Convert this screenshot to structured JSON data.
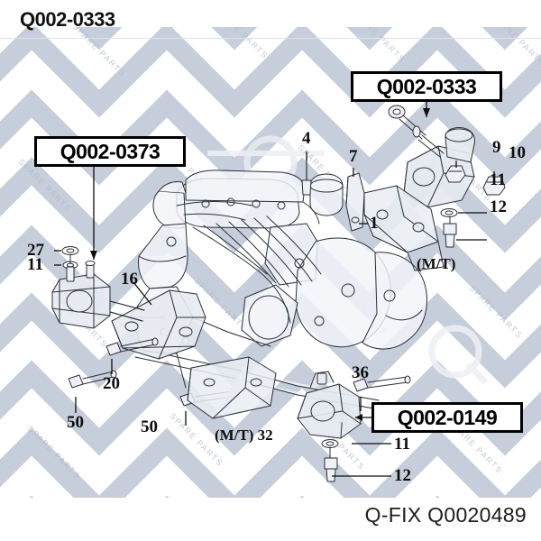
{
  "header": {
    "title": "Q002-0333"
  },
  "footer": {
    "brand_and_code": "Q-FIX Q0020489"
  },
  "watermark": {
    "logo_text": "Q-FIX",
    "tagline": "SPARE PARTS",
    "pattern_color": "#c7cedb",
    "background_color": "#ffffff"
  },
  "callouts": [
    {
      "id": "callout-0333",
      "label": "Q002-0333"
    },
    {
      "id": "callout-0373",
      "label": "Q002-0373"
    },
    {
      "id": "callout-0149",
      "label": "Q002-0149"
    }
  ],
  "part_labels": [
    {
      "id": "label-27",
      "text": "27"
    },
    {
      "id": "label-11-left",
      "text": "11"
    },
    {
      "id": "label-16",
      "text": "16"
    },
    {
      "id": "label-20",
      "text": "20"
    },
    {
      "id": "label-50-left",
      "text": "50"
    },
    {
      "id": "label-36",
      "text": "36"
    },
    {
      "id": "label-50-mid",
      "text": "50"
    },
    {
      "id": "label-mt-32",
      "text": "(M/T) 32"
    },
    {
      "id": "label-11-bot",
      "text": "11"
    },
    {
      "id": "label-12-bot",
      "text": "12"
    },
    {
      "id": "label-4",
      "text": "4"
    },
    {
      "id": "label-7",
      "text": "7"
    },
    {
      "id": "label-1",
      "text": "1"
    },
    {
      "id": "label-9",
      "text": "9"
    },
    {
      "id": "label-10",
      "text": "10"
    },
    {
      "id": "label-11-right",
      "text": "11"
    },
    {
      "id": "label-12-right",
      "text": "12"
    },
    {
      "id": "label-mt-right",
      "text": "(M/T)"
    }
  ],
  "diagram": {
    "description": "engine mount exploded line drawing",
    "line_color": "#2b2f38",
    "shade_color": "#dfe3ec"
  }
}
